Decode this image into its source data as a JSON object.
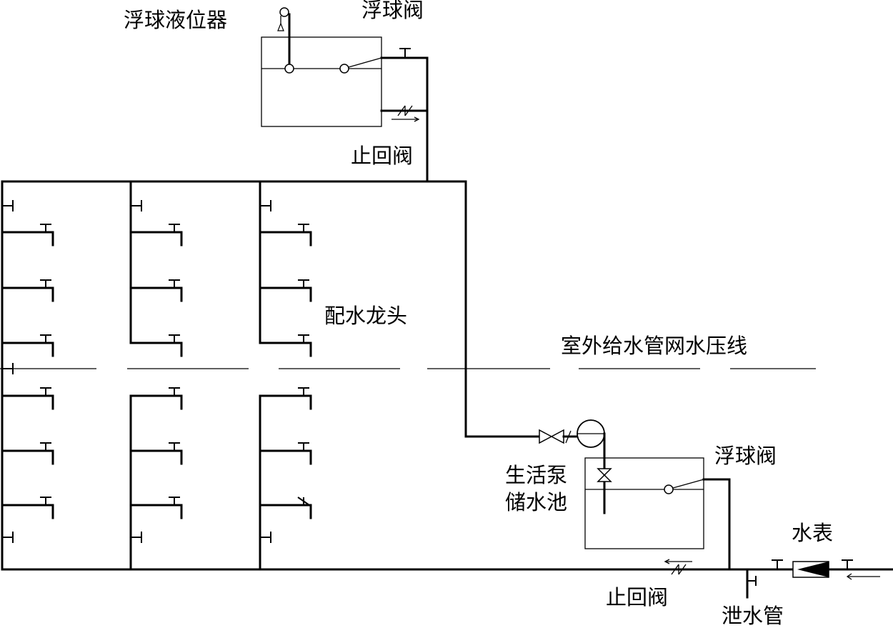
{
  "labels": {
    "float_level_gauge": "浮球液位器",
    "float_valve_top": "浮球阀",
    "check_valve_top": "止回阀",
    "water_taps": "配水龙头",
    "outdoor_pressure_line": "室外给水管网水压线",
    "float_valve_bottom": "浮球阀",
    "domestic_pump": "生活泵",
    "storage_tank": "储水池",
    "water_meter": "水表",
    "check_valve_bottom": "止回阀",
    "drain_pipe": "泄水管"
  }
}
